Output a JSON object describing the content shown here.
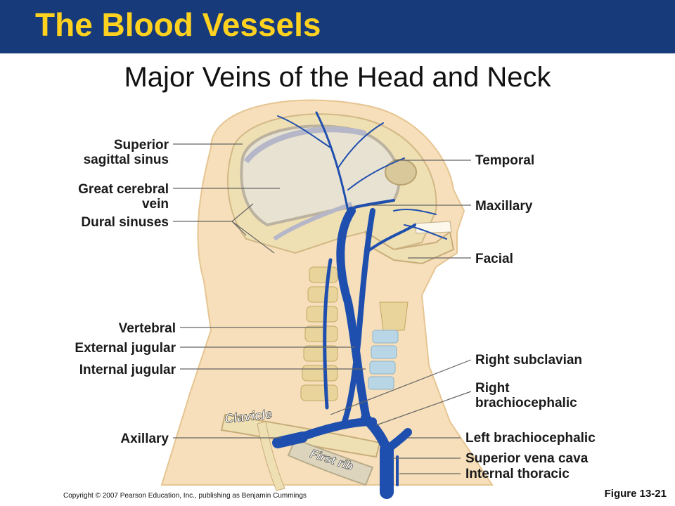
{
  "title": "The Blood Vessels",
  "subtitle": "Major Veins of the Head and Neck",
  "colors": {
    "title_bar": "#173a7a",
    "title_text": "#ffd21f",
    "vein": "#1f4fae",
    "skin": "#f6dfba",
    "bone": "#efe0b3"
  },
  "labels_left": {
    "superior_sagittal_sinus": "Superior\nsagittal sinus",
    "great_cerebral_vein": "Great cerebral\nvein",
    "dural_sinuses": "Dural sinuses",
    "vertebral": "Vertebral",
    "external_jugular": "External jugular",
    "internal_jugular": "Internal jugular",
    "axillary": "Axillary"
  },
  "labels_right": {
    "temporal": "Temporal",
    "maxillary": "Maxillary",
    "facial": "Facial",
    "right_subclavian": "Right subclavian",
    "right_brachiocephalic": "Right\nbrachiocephalic",
    "left_brachiocephalic": "Left brachiocephalic",
    "superior_vena_cava": "Superior vena cava",
    "internal_thoracic": "Internal thoracic"
  },
  "bone_labels": {
    "clavicle": "Clavicle",
    "first_rib": "First rib"
  },
  "copyright": "Copyright © 2007 Pearson Education, Inc., publishing as Benjamin Cummings",
  "figure_number": "Figure 13-21"
}
